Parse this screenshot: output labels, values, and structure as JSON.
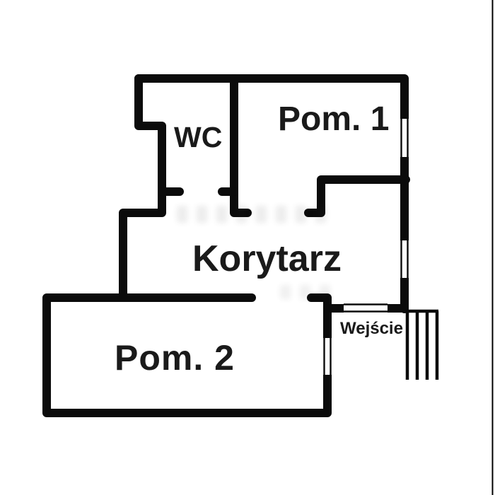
{
  "labels": {
    "room1": "Pom. 1",
    "toilet": "WC",
    "corridor": "Korytarz",
    "room2": "Pom. 2",
    "entrance": "Wejście"
  },
  "colors": {
    "wall": "#0b0b0b",
    "text": "#1a1a1a",
    "background": "#ffffff",
    "edge_line": "#000000"
  },
  "features": {
    "window_count": 3,
    "door_opening_count": 3,
    "stair_step_lines": 4
  }
}
